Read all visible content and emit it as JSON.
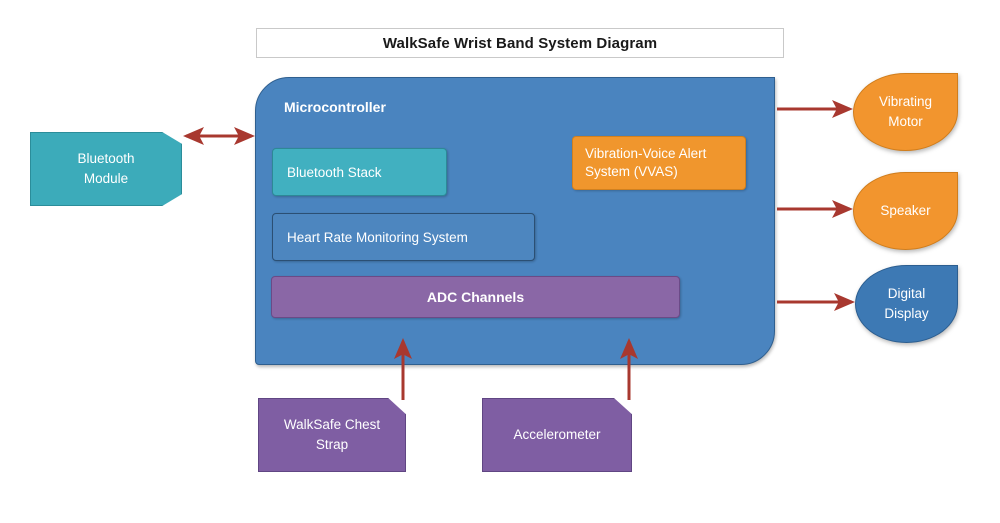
{
  "diagram": {
    "title": "WalkSafe Wrist Band System Diagram",
    "colors": {
      "microcontroller_blue": "#4a84bf",
      "bluetooth_teal": "#3cabba",
      "bluetooth_stack_teal": "#41b0c0",
      "adc_purple": "#8a67a6",
      "peripheral_purple": "#7f5ea3",
      "alert_orange": "#f2952e",
      "display_blue": "#3d79b4",
      "connector_red": "#a8382f",
      "title_border_gray": "#c9c9c9"
    },
    "microcontroller": {
      "label": "Microcontroller",
      "blocks": [
        {
          "id": "bluetooth-stack",
          "label": "Bluetooth Stack",
          "color": "#41b0c0"
        },
        {
          "id": "heart-rate",
          "label": "Heart Rate Monitoring System",
          "color": "#4d86bf"
        },
        {
          "id": "adc-channels",
          "label": "ADC Channels",
          "color": "#8a67a6"
        },
        {
          "id": "vvas",
          "line1": "Vibration-Voice Alert",
          "line2": "System (VVAS)",
          "color": "#f0962d"
        }
      ]
    },
    "peripherals": {
      "left": [
        {
          "id": "bluetooth-module",
          "line1": "Bluetooth",
          "line2": "Module",
          "color": "#3cabba"
        }
      ],
      "bottom": [
        {
          "id": "chest-strap",
          "line1": "WalkSafe Chest",
          "line2": "Strap",
          "color": "#7f5ea3"
        },
        {
          "id": "accelerometer",
          "line1": "Accelerometer",
          "line2": "",
          "color": "#7f5ea3"
        }
      ],
      "right": [
        {
          "id": "vibrating-motor",
          "line1": "Vibrating",
          "line2": "Motor",
          "color": "#f2952e"
        },
        {
          "id": "speaker",
          "line1": "Speaker",
          "line2": "",
          "color": "#f2952e"
        },
        {
          "id": "digital-display",
          "line1": "Digital",
          "line2": "Display",
          "color": "#3d79b4"
        }
      ]
    },
    "connectors": [
      {
        "id": "bluetooth-link",
        "from": "Bluetooth Module",
        "to": "Microcontroller",
        "direction": "bidirectional"
      },
      {
        "id": "motor-link",
        "from": "Microcontroller",
        "to": "Vibrating Motor",
        "direction": "forward"
      },
      {
        "id": "speaker-link",
        "from": "Microcontroller",
        "to": "Speaker",
        "direction": "forward"
      },
      {
        "id": "display-link",
        "from": "Microcontroller",
        "to": "Digital Display",
        "direction": "forward"
      },
      {
        "id": "chest-strap-link",
        "from": "WalkSafe Chest Strap",
        "to": "Microcontroller",
        "direction": "forward"
      },
      {
        "id": "accelerometer-link",
        "from": "Accelerometer",
        "to": "Microcontroller",
        "direction": "forward"
      }
    ]
  }
}
